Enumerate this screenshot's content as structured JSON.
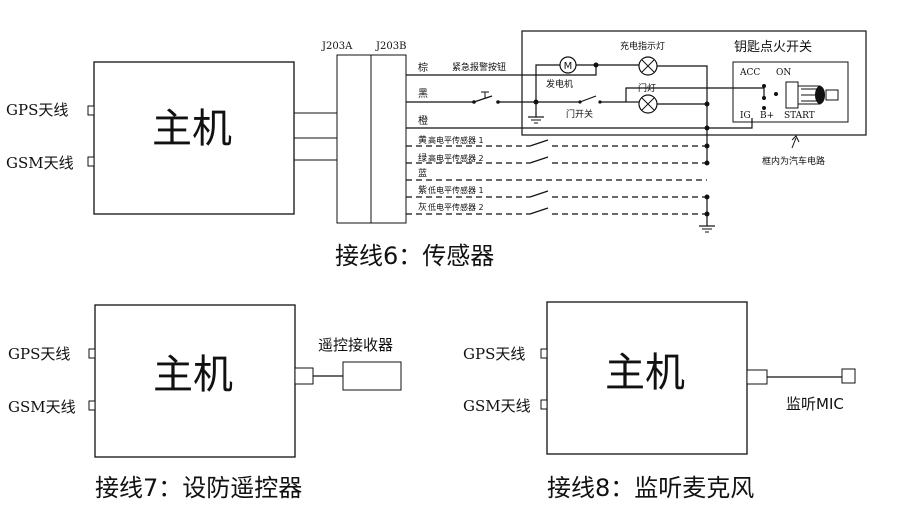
{
  "diagram6": {
    "host_label": "主机",
    "gps_antenna": "GPS天线",
    "gsm_antenna": "GSM天线",
    "connector_a": "J203A",
    "connector_b": "J203B",
    "wire_brown": "棕",
    "wire_black": "黑",
    "wire_orange": "橙",
    "wire_yellow": "黄",
    "wire_green": "绿",
    "wire_blue": "蓝",
    "wire_purple": "紫",
    "wire_gray": "灰",
    "emergency_button": "紧急报警按钮",
    "high_sensor_1": "高电平传感器 1",
    "high_sensor_2": "高电平传感器 2",
    "low_sensor_1": "低电平传感器 1",
    "low_sensor_2": "低电平传感器 2",
    "charge_lamp": "充电指示灯",
    "generator": "发电机",
    "motor_symbol": "M",
    "door_lamp": "门灯",
    "door_switch": "门开关",
    "ignition_switch": "钥匙点火开关",
    "acc": "ACC",
    "on": "ON",
    "ig": "IG",
    "b_plus": "B+",
    "start": "START",
    "car_circuit_note": "框内为汽车电路",
    "caption": "接线6：传感器"
  },
  "diagram7": {
    "host_label": "主机",
    "gps_antenna": "GPS天线",
    "gsm_antenna": "GSM天线",
    "receiver": "遥控接收器",
    "caption": "接线7：设防遥控器"
  },
  "diagram8": {
    "host_label": "主机",
    "gps_antenna": "GPS天线",
    "gsm_antenna": "GSM天线",
    "mic": "监听MIC",
    "caption": "接线8：监听麦克风"
  }
}
